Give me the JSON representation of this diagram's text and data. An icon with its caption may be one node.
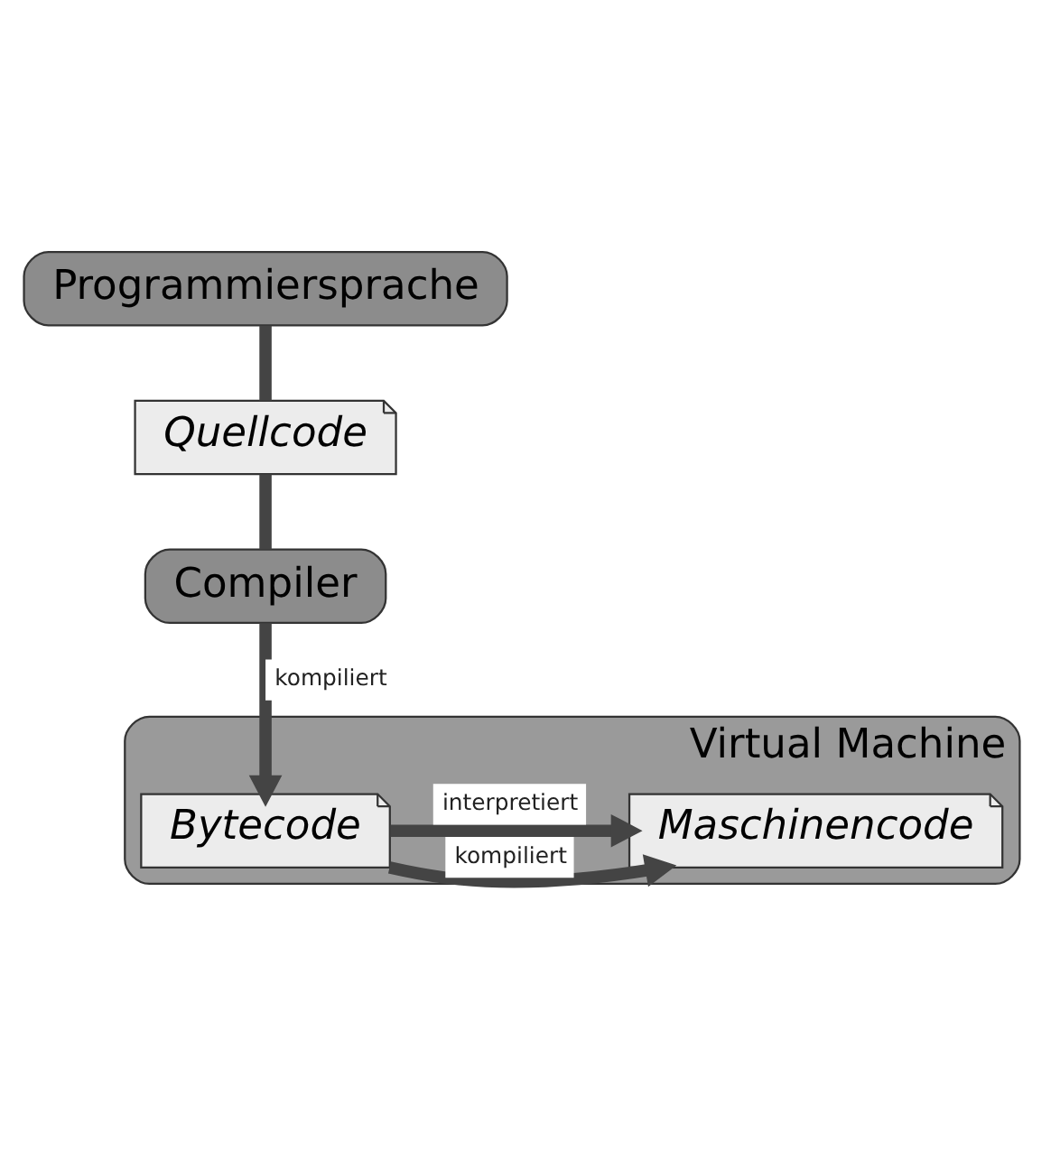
{
  "diagram": {
    "nodes": [
      {
        "text": [
          "Programmiersprache"
        ]
      },
      {
        "text": [
          "Quellcode"
        ]
      },
      {
        "text": [
          "Compiler"
        ]
      },
      {
        "text": [
          "Virtual Machine"
        ]
      },
      {
        "text": [
          "Bytecode"
        ],
        "in": 3
      },
      {
        "text": [
          "Maschinencode"
        ],
        "in": 3
      }
    ],
    "edges": [
      {
        "from": 0,
        "to": 1,
        "arrow": "none"
      },
      {
        "from": 1,
        "to": 2,
        "arrow": "none"
      },
      {
        "from": 2,
        "to": 4,
        "arrow": "to",
        "label": "kompiliert"
      },
      {
        "from": 4,
        "to": 5,
        "arrow": "to",
        "label": "interpretiert"
      },
      {
        "from": 4,
        "to": 5,
        "arrow": "to",
        "label": "kompiliert"
      }
    ]
  }
}
